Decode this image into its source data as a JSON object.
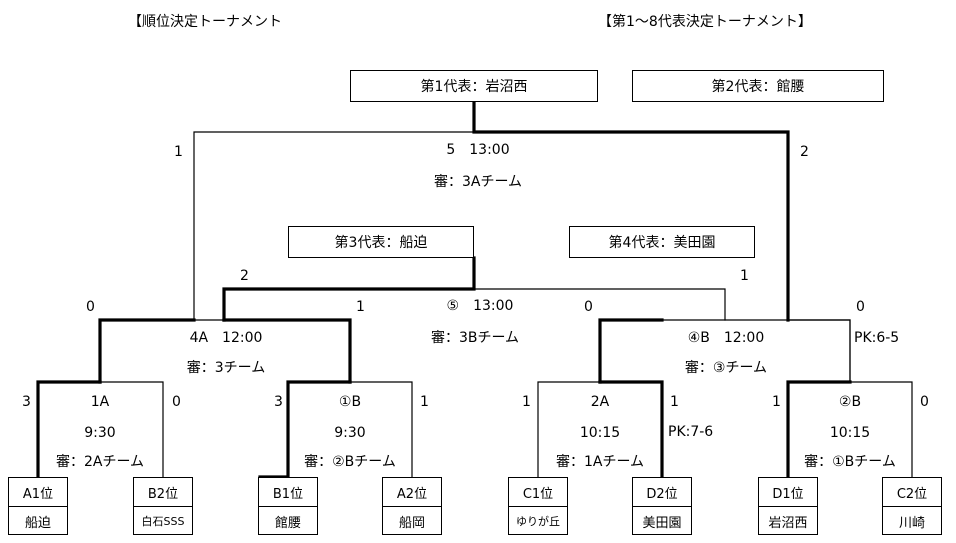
{
  "titles": {
    "left": "【順位決定トーナメント",
    "right": "【第1～8代表決定トーナメント】"
  },
  "representatives": {
    "rep1": "第1代表：岩沼西",
    "rep2": "第2代表：館腰",
    "rep3": "第3代表：船迫",
    "rep4": "第4代表：美田園"
  },
  "final_match": {
    "number_time": "5　13:00",
    "referee": "審：3Aチーム",
    "score_left": "1",
    "score_right": "2"
  },
  "third_match": {
    "number_time": "⑤　13:00",
    "referee": "審：3Bチーム",
    "score_left": "2",
    "score_right": "1"
  },
  "semi_left": {
    "number_time": "4A　12:00",
    "referee": "審：3チーム",
    "score_left": "0",
    "score_right": "1"
  },
  "semi_right": {
    "number_time": "④B　12:00",
    "referee": "審：③チーム",
    "score_left": "0",
    "score_right": "0",
    "pk": "PK:6-5"
  },
  "first_round": [
    {
      "label": "1A",
      "time": "9:30",
      "referee": "審：2Aチーム",
      "score_left": "3",
      "score_right": "0",
      "pk": ""
    },
    {
      "label": "①B",
      "time": "9:30",
      "referee": "審：②Bチーム",
      "score_left": "3",
      "score_right": "1",
      "pk": ""
    },
    {
      "label": "2A",
      "time": "10:15",
      "referee": "審：1Aチーム",
      "score_left": "1",
      "score_right": "1",
      "pk": "PK:7-6"
    },
    {
      "label": "②B",
      "time": "10:15",
      "referee": "審：①Bチーム",
      "score_left": "1",
      "score_right": "0",
      "pk": ""
    }
  ],
  "teams": [
    {
      "seed": "A1位",
      "name": "船迫"
    },
    {
      "seed": "B2位",
      "name": "白石SSS"
    },
    {
      "seed": "B1位",
      "name": "館腰"
    },
    {
      "seed": "A2位",
      "name": "船岡"
    },
    {
      "seed": "C1位",
      "name": "ゆりが丘"
    },
    {
      "seed": "D2位",
      "name": "美田園"
    },
    {
      "seed": "D1位",
      "name": "岩沼西"
    },
    {
      "seed": "C2位",
      "name": "川崎"
    }
  ]
}
